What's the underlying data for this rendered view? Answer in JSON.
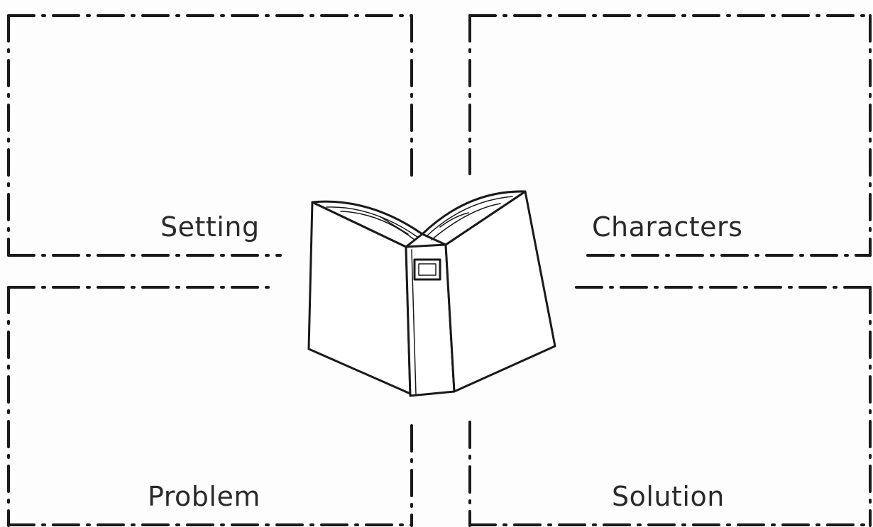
{
  "story_map": {
    "quadrants": [
      {
        "id": "setting",
        "label": "Setting"
      },
      {
        "id": "characters",
        "label": "Characters"
      },
      {
        "id": "problem",
        "label": "Problem"
      },
      {
        "id": "solution",
        "label": "Solution"
      }
    ],
    "center_icon": "open-book-icon",
    "line_color": "#1a1a1a"
  }
}
